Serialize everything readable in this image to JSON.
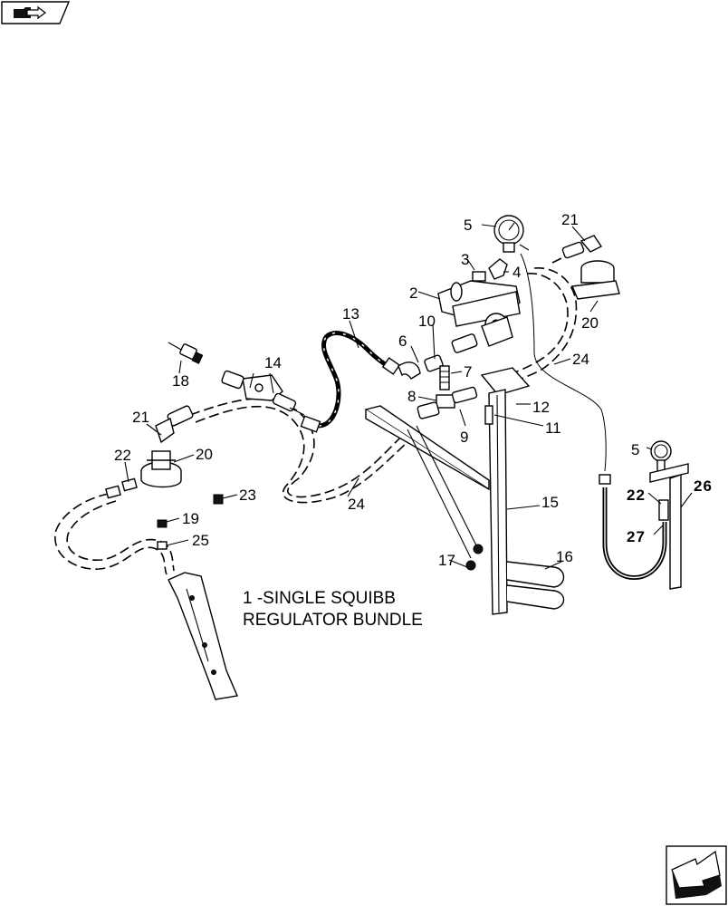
{
  "caption": {
    "line1": "1 -SINGLE SQUIBB",
    "line2": "REGULATOR BUNDLE"
  },
  "nav": {
    "top_icon": "folder-arrow-icon",
    "bottom_icon": "next-page-arrow-icon"
  },
  "callouts": {
    "c2": "2",
    "c3": "3",
    "c4": "4",
    "c5a": "5",
    "c5b": "5",
    "c6": "6",
    "c7": "7",
    "c8": "8",
    "c9": "9",
    "c10": "10",
    "c11": "11",
    "c12": "12",
    "c13": "13",
    "c14": "14",
    "c15": "15",
    "c16": "16",
    "c17": "17",
    "c18": "18",
    "c19": "19",
    "c20a": "20",
    "c20b": "20",
    "c21a": "21",
    "c21b": "21",
    "c22a": "22",
    "c22b": "22",
    "c23": "23",
    "c24a": "24",
    "c24b": "24",
    "c25": "25",
    "c26": "26",
    "c27": "27"
  }
}
